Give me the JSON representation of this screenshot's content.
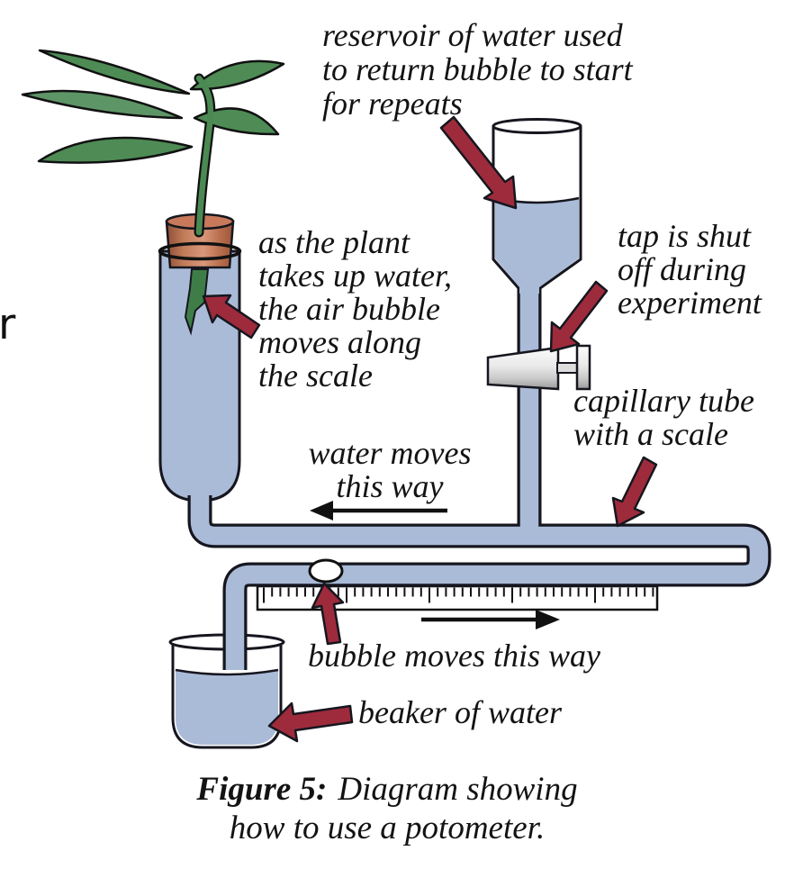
{
  "labels": {
    "edge_fragment": "r",
    "reservoir": {
      "lines": [
        "reservoir of water used",
        "to return bubble to start",
        "for repeats"
      ]
    },
    "plant": {
      "lines": [
        "as the plant",
        "takes up water,",
        "the air bubble",
        "moves along",
        "the scale"
      ]
    },
    "tap": {
      "lines": [
        "tap is shut",
        "off during",
        "experiment"
      ]
    },
    "capillary": {
      "lines": [
        "capillary tube",
        "with a scale"
      ]
    },
    "water_moves": {
      "lines": [
        "water moves",
        "this way"
      ]
    },
    "bubble_moves": "bubble moves this way",
    "beaker": "beaker of water"
  },
  "caption": {
    "bold": "Figure 5:",
    "rest": "Diagram showing",
    "line2": "how to use a potometer."
  },
  "colors": {
    "tube_blue": "#aabbd8",
    "outline": "#16161f",
    "arrow_red": "#9e2b3c",
    "leaf_green": "#4e8b55",
    "leaf_green_light": "#5e9566",
    "stem_green": "#4a8a52",
    "bung_copper": "#c98a6b",
    "text": "#131313"
  }
}
